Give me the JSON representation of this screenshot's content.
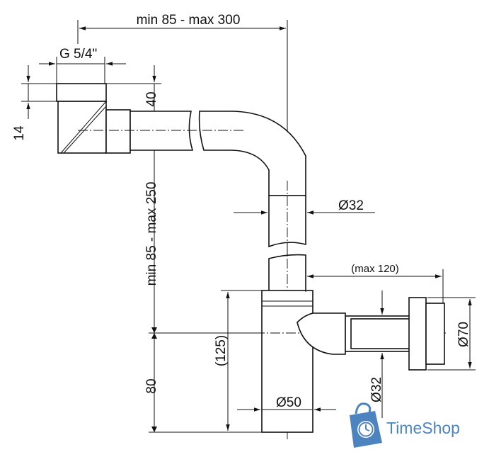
{
  "dimensions": {
    "top_width": "min 85 - max 300",
    "thread": "G 5/4\"",
    "upper_height": "40",
    "left_height": "14",
    "vertical_range": "min 85 - max 250",
    "pipe_diameter": "Ø32",
    "horizontal_outlet": "(max 120)",
    "body_height": "(125)",
    "bottom_height": "80",
    "body_diameter": "Ø50",
    "outlet_diameter": "Ø32",
    "flange_diameter": "Ø70"
  },
  "watermark": {
    "brand": "TimeShop",
    "icon": "shopping-bag-clock-icon",
    "color": "#2e6fb5"
  }
}
